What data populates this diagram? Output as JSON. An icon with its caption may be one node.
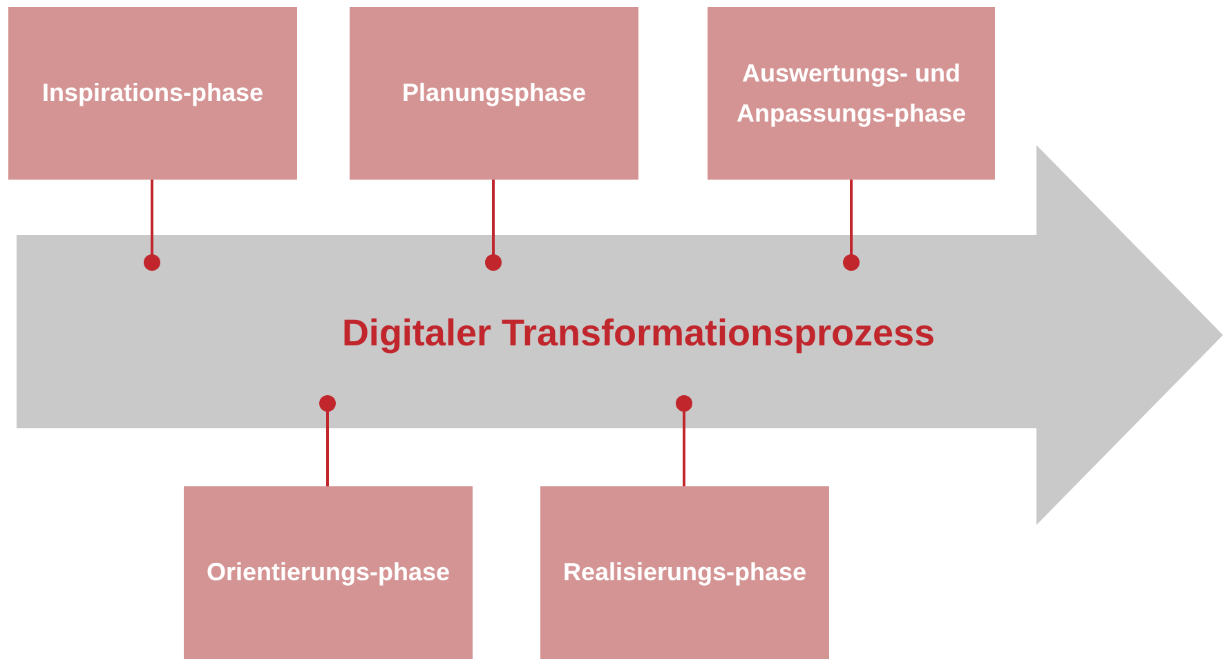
{
  "diagram": {
    "nodes": [
      {
        "text": [
          "Inspirations-phase"
        ]
      },
      {
        "text": [
          "Planungsphase"
        ]
      },
      {
        "text": [
          "Auswertungs- und Anpassungs-phase"
        ]
      },
      {
        "text": [
          "Digitaler Transformationsprozess"
        ]
      },
      {
        "text": [
          "Orientierungs-phase"
        ]
      },
      {
        "text": [
          "Realisierungs-phase"
        ]
      }
    ],
    "edges": [
      {
        "from": 0,
        "to": 3,
        "arrow": "other"
      },
      {
        "from": 1,
        "to": 3,
        "arrow": "other"
      },
      {
        "from": 2,
        "to": 3,
        "arrow": "other"
      },
      {
        "from": 4,
        "to": 3,
        "arrow": "other"
      },
      {
        "from": 5,
        "to": 3,
        "arrow": "other"
      }
    ]
  }
}
